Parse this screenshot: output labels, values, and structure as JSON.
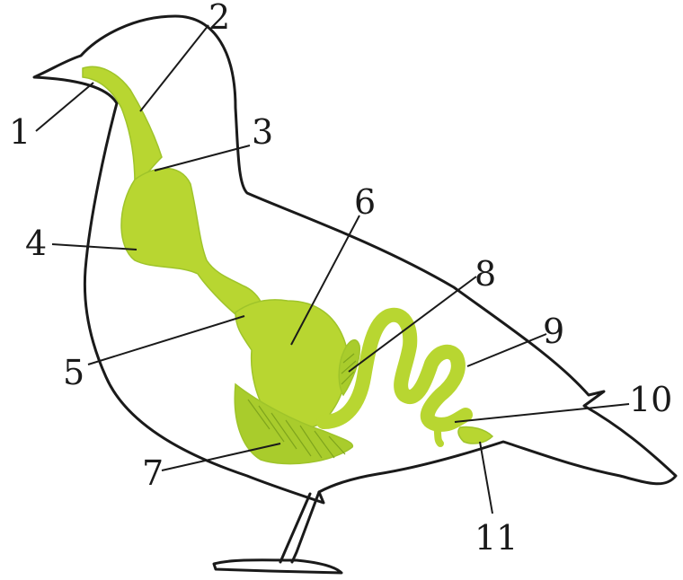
{
  "diagram": {
    "colors": {
      "organ_fill": "#b8d631",
      "organ_edge": "#9fc42a",
      "outline": "#1a1a1a",
      "background": "#ffffff"
    },
    "labels": [
      "1",
      "2",
      "3",
      "4",
      "5",
      "6",
      "7",
      "8",
      "9",
      "10",
      "11"
    ]
  }
}
